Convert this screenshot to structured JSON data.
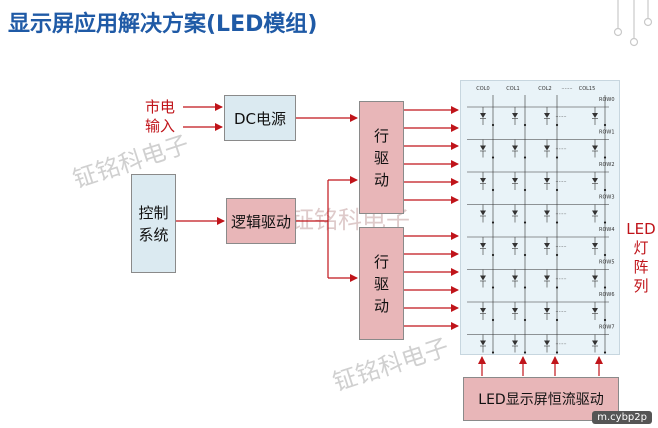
{
  "title": "显示屏应用解决方案(LED模组)",
  "inputs": {
    "line1": "市电",
    "line2": "输入"
  },
  "dc_power": "DC电源",
  "control_system": {
    "line1": "控制",
    "line2": "系统"
  },
  "logic_driver": "逻辑驱动",
  "row_driver_top": [
    "行",
    "驱",
    "动"
  ],
  "row_driver_bottom": [
    "行",
    "驱",
    "动"
  ],
  "led_array_label": [
    "LED",
    "灯",
    "阵",
    "列"
  ],
  "constant_current_driver": "LED显示屏恒流驱动",
  "matrix": {
    "columns": [
      "COL0",
      "COL1",
      "COL2",
      "COL15"
    ],
    "col_ellipsis": "·······",
    "rows": [
      "ROW0",
      "ROW1",
      "ROW2",
      "ROW3",
      "ROW4",
      "ROW5",
      "ROW6",
      "ROW7"
    ]
  },
  "watermarks": [
    "钲铭科电子",
    "钲铭科电子",
    "钲铭科电子"
  ],
  "badge": "m.cybp2p",
  "colors": {
    "arrow": "#c0141a",
    "title": "#1f5aa6",
    "blue_box": "#dbeaf1",
    "pink_box": "#e8b6b8",
    "grid_bg": "#e9f3f8"
  }
}
